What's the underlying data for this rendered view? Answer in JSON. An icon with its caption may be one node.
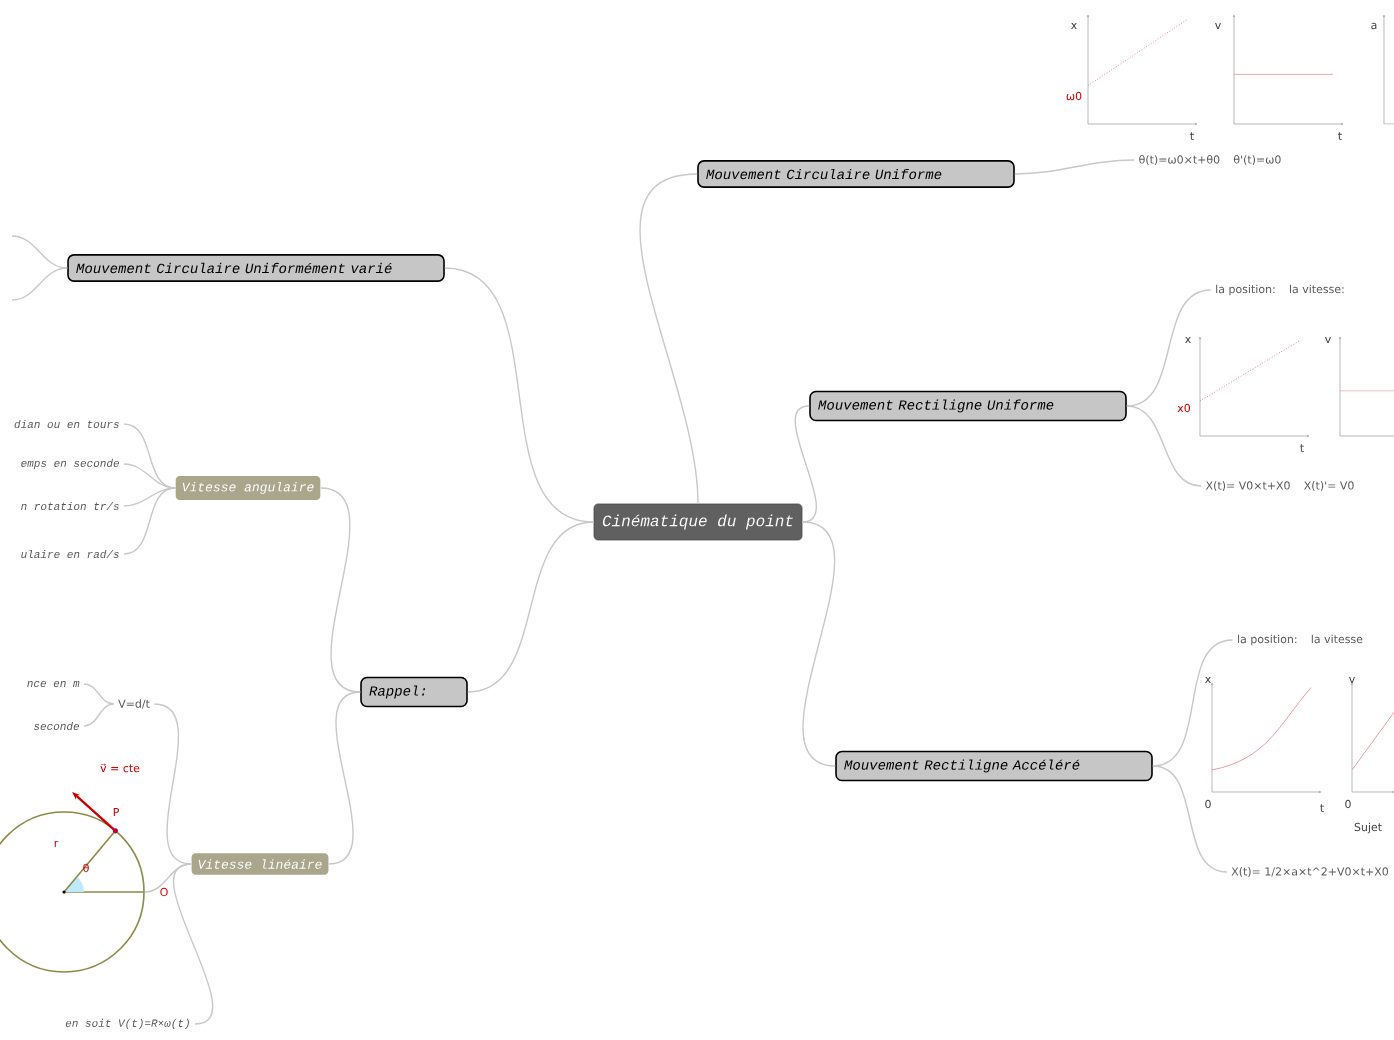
{
  "diagram": {
    "nodes": [
      {
        "text": [
          "Cinématique du point"
        ]
      },
      {
        "text": [
          "Mouvement Circulaire Uniforme"
        ]
      },
      {
        "text": [
          "Mouvement Rectiligne Uniforme"
        ]
      },
      {
        "text": [
          "Mouvement Rectiligne Accéléré"
        ]
      },
      {
        "text": [
          "Rappel:"
        ]
      },
      {
        "text": [
          "Mouvement Circulaire Uniformément varié"
        ]
      },
      {
        "text": [
          "Vitesse angulaire"
        ]
      },
      {
        "text": [
          "Vitesse linéaire"
        ]
      },
      {
        "text": [
          "θ(t)=ω0×t+θ0",
          "θ'(t)=ω0"
        ]
      },
      {
        "text": [
          "la position:",
          "la vitesse:"
        ]
      },
      {
        "text": [
          "X(t)= V0×t+X0",
          "X(t)'= V0"
        ]
      },
      {
        "text": [
          "la position:",
          "la vitesse"
        ]
      },
      {
        "text": [
          "X(t)= 1/2×a×t^2+V0×t+X0"
        ]
      },
      {
        "text": [
          "dian ou en tours"
        ]
      },
      {
        "text": [
          "emps en seconde"
        ]
      },
      {
        "text": [
          "n rotation tr/s"
        ]
      },
      {
        "text": [
          "ulaire en rad/s"
        ]
      },
      {
        "text": [
          "V=d/t"
        ]
      },
      {
        "text": [
          "nce en m"
        ]
      },
      {
        "text": [
          "seconde"
        ]
      },
      {
        "text": [],
        "shape": "circle"
      },
      {
        "text": [
          "en soit V(t)=R×ω(t)"
        ]
      }
    ],
    "edges": [
      {
        "from": 0,
        "to": 1,
        "arrow": "none"
      },
      {
        "from": 0,
        "to": 2,
        "arrow": "none"
      },
      {
        "from": 0,
        "to": 3,
        "arrow": "none"
      },
      {
        "from": 0,
        "to": 4,
        "arrow": "none"
      },
      {
        "from": 0,
        "to": 5,
        "arrow": "none"
      },
      {
        "from": 1,
        "to": 8,
        "arrow": "none"
      },
      {
        "from": 2,
        "to": 9,
        "arrow": "none"
      },
      {
        "from": 2,
        "to": 10,
        "arrow": "none"
      },
      {
        "from": 3,
        "to": 11,
        "arrow": "none"
      },
      {
        "from": 3,
        "to": 12,
        "arrow": "none"
      },
      {
        "from": 4,
        "to": 6,
        "arrow": "none"
      },
      {
        "from": 4,
        "to": 7,
        "arrow": "none"
      },
      {
        "from": 6,
        "to": 13,
        "arrow": "none"
      },
      {
        "from": 6,
        "to": 14,
        "arrow": "none"
      },
      {
        "from": 6,
        "to": 15,
        "arrow": "none"
      },
      {
        "from": 6,
        "to": 16,
        "arrow": "none"
      },
      {
        "from": 7,
        "to": 17,
        "arrow": "none"
      },
      {
        "from": 7,
        "to": 20,
        "arrow": "none"
      },
      {
        "from": 7,
        "to": 21,
        "arrow": "none"
      },
      {
        "from": 17,
        "to": 18,
        "arrow": "none"
      },
      {
        "from": 17,
        "to": 19,
        "arrow": "none"
      },
      {
        "from": 5,
        "to": null,
        "arrow": "none"
      },
      {
        "from": 5,
        "to": null,
        "arrow": "none"
      }
    ],
    "labels": [
      "x",
      "ω0",
      "t",
      "v",
      "t",
      "a",
      "x",
      "x0",
      "t",
      "v",
      "x",
      "0",
      "t",
      "v",
      "0",
      "Sujet",
      "v⃗ = cte",
      "P",
      "r",
      "θ",
      "O"
    ]
  }
}
